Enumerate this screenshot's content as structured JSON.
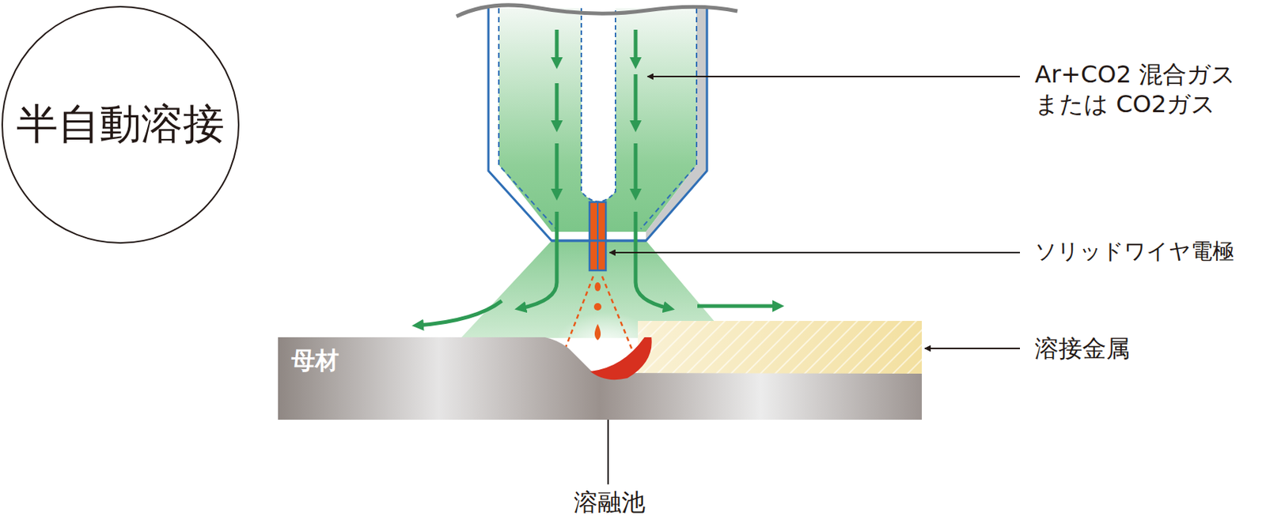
{
  "diagram": {
    "nodes": [
      {
        "text": [
          "半自動溶接"
        ]
      },
      {
        "text": [
          "母材"
        ]
      }
    ],
    "labels": [
      "Ar+CO2 混合ガス または CO2ガス",
      "ソリッドワイヤ電極",
      "溶接金属",
      "溶融池"
    ]
  }
}
